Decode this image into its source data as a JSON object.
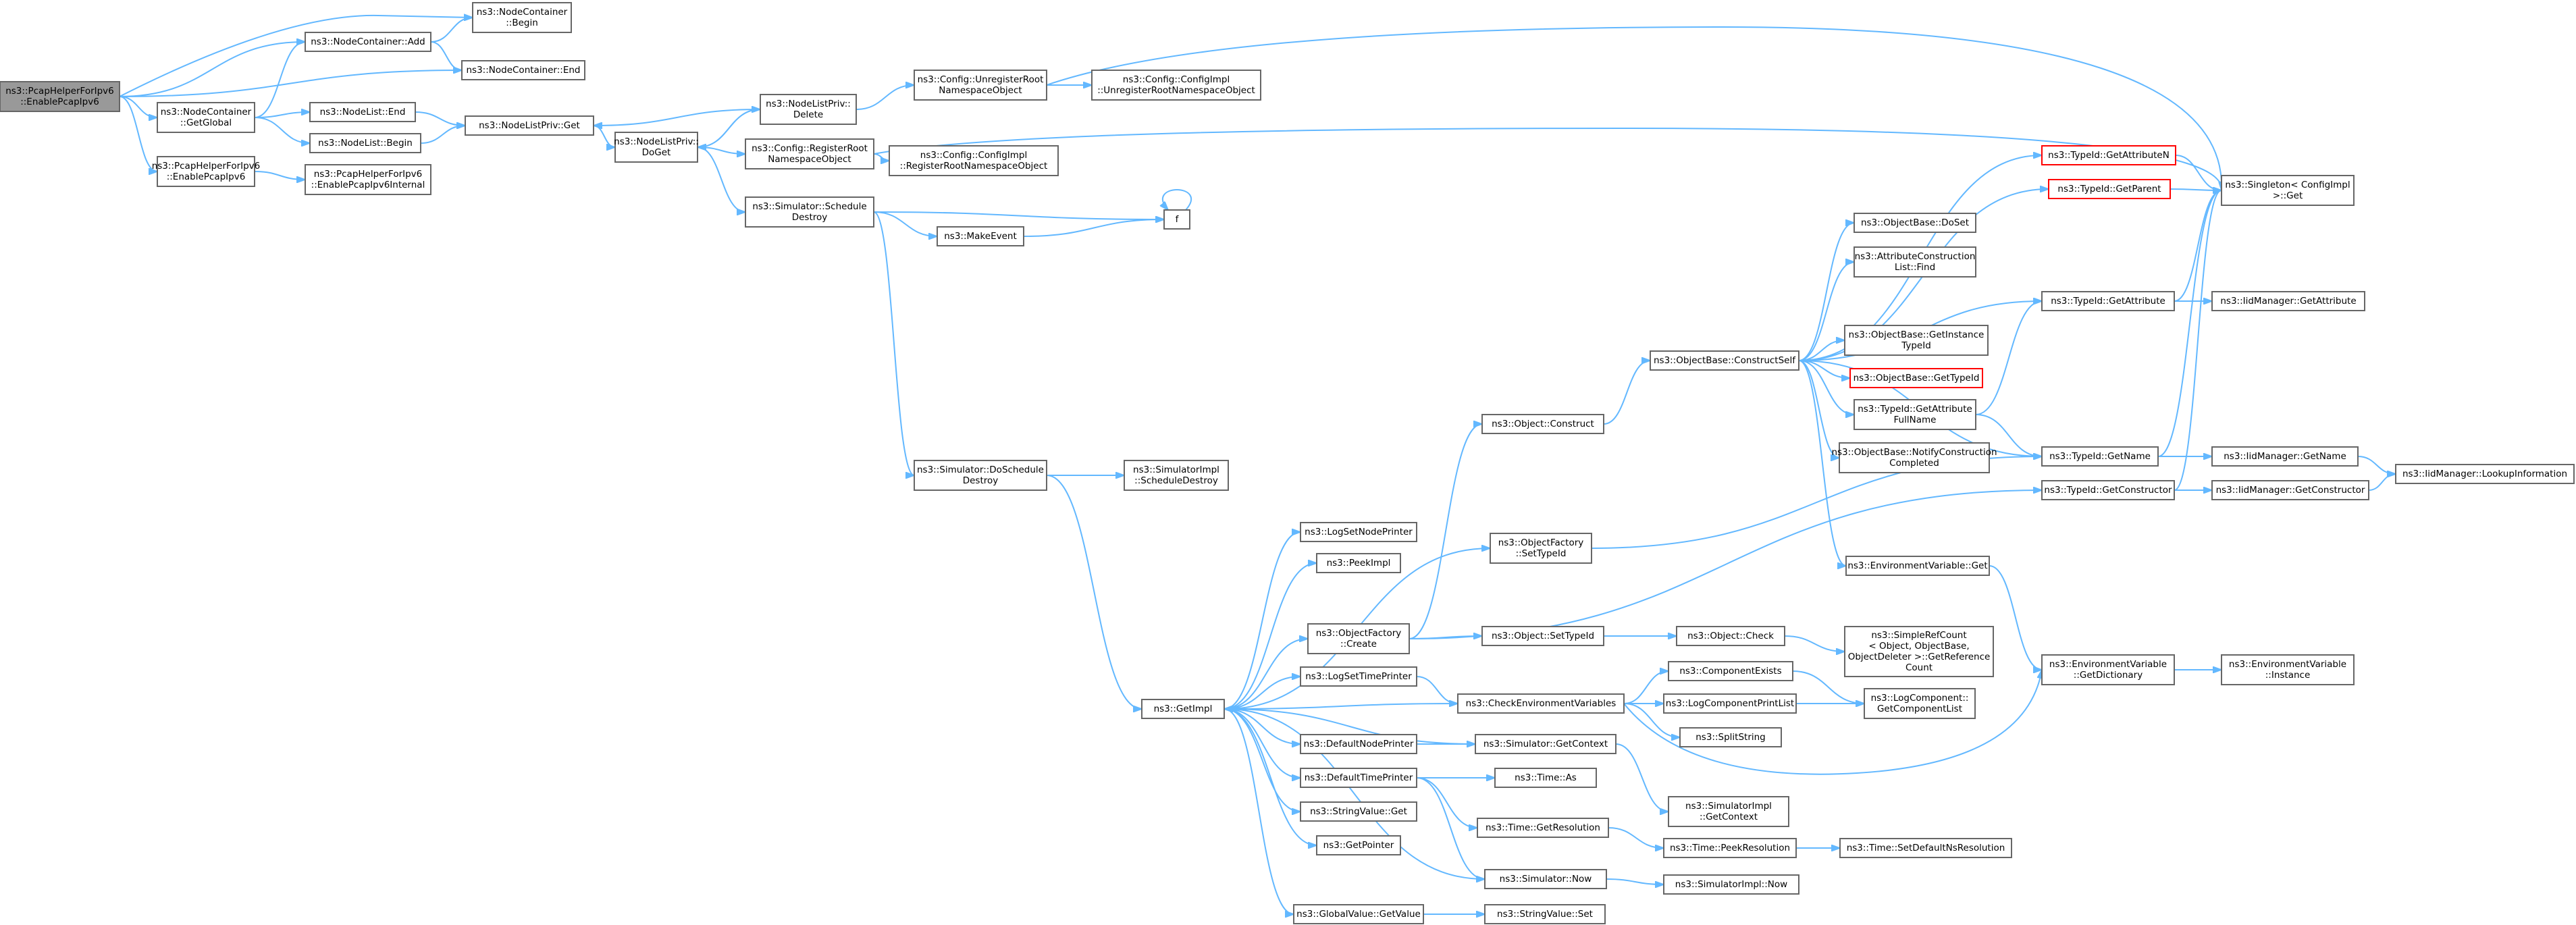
{
  "nodes": {
    "root": [
      "ns3::PcapHelperForIpv6",
      "::EnablePcapIpv6"
    ],
    "ncBegin": [
      "ns3::NodeContainer",
      "::Begin"
    ],
    "ncAdd": [
      "ns3::NodeContainer::Add"
    ],
    "ncEnd": [
      "ns3::NodeContainer::End"
    ],
    "ncGetGlobal": [
      "ns3::NodeContainer",
      "::GetGlobal"
    ],
    "nlEnd": [
      "ns3::NodeList::End"
    ],
    "nlBegin": [
      "ns3::NodeList::Begin"
    ],
    "nlpGet": [
      "ns3::NodeListPriv::Get"
    ],
    "pcapInternal": [
      "ns3::PcapHelperForIpv6",
      "::EnablePcapIpv6Internal"
    ],
    "pcapIpv6": [
      "ns3::PcapHelperForIpv6",
      "::EnablePcapIpv6"
    ],
    "nlpDoGet": [
      "ns3::NodeListPriv::",
      "DoGet"
    ],
    "nlpDelete": [
      "ns3::NodeListPriv::",
      "Delete"
    ],
    "cfgUnreg": [
      "ns3::Config::UnregisterRoot",
      "NamespaceObject"
    ],
    "cfgImplUnreg": [
      "ns3::Config::ConfigImpl",
      "::UnregisterRootNamespaceObject"
    ],
    "cfgReg": [
      "ns3::Config::RegisterRoot",
      "NamespaceObject"
    ],
    "cfgImplReg": [
      "ns3::Config::ConfigImpl",
      "::RegisterRootNamespaceObject"
    ],
    "simSchedDestroy": [
      "ns3::Simulator::Schedule",
      "Destroy"
    ],
    "makeEvent": [
      "ns3::MakeEvent"
    ],
    "f": [
      "f"
    ],
    "simDoSchedDestroy": [
      "ns3::Simulator::DoSchedule",
      "Destroy"
    ],
    "simImplSchedDestroy": [
      "ns3::SimulatorImpl",
      "::ScheduleDestroy"
    ],
    "getImpl": [
      "ns3::GetImpl"
    ],
    "logSetNodePrinter": [
      "ns3::LogSetNodePrinter"
    ],
    "peekImpl": [
      "ns3::PeekImpl"
    ],
    "objFactoryCreate": [
      "ns3::ObjectFactory",
      "::Create"
    ],
    "logSetTimePrinter": [
      "ns3::LogSetTimePrinter"
    ],
    "defaultNodePrinter": [
      "ns3::DefaultNodePrinter"
    ],
    "defaultTimePrinter": [
      "ns3::DefaultTimePrinter"
    ],
    "stringValueGet": [
      "ns3::StringValue::Get"
    ],
    "getPointer": [
      "ns3::GetPointer"
    ],
    "globalValueGetValue": [
      "ns3::GlobalValue::GetValue"
    ],
    "objectConstruct": [
      "ns3::Object::Construct"
    ],
    "objFactorySetTypeId": [
      "ns3::ObjectFactory",
      "::SetTypeId"
    ],
    "objectSetTypeId": [
      "ns3::Object::SetTypeId"
    ],
    "checkEnvVars": [
      "ns3::CheckEnvironmentVariables"
    ],
    "simGetContext": [
      "ns3::Simulator::GetContext"
    ],
    "timeAs": [
      "ns3::Time::As"
    ],
    "timeGetResolution": [
      "ns3::Time::GetResolution"
    ],
    "simNow": [
      "ns3::Simulator::Now"
    ],
    "stringValueSet": [
      "ns3::StringValue::Set"
    ],
    "objBaseConstructSelf": [
      "ns3::ObjectBase::ConstructSelf"
    ],
    "objectCheck": [
      "ns3::Object::Check"
    ],
    "simpleRefCount": [
      "ns3::SimpleRefCount",
      "< Object, ObjectBase,",
      "ObjectDeleter >::GetReference",
      "Count"
    ],
    "componentExists": [
      "ns3::ComponentExists"
    ],
    "logComponentPrintList": [
      "ns3::LogComponentPrintList"
    ],
    "splitString": [
      "ns3::SplitString"
    ],
    "logComponentGetList": [
      "ns3::LogComponent::",
      "GetComponentList"
    ],
    "simImplGetContext": [
      "ns3::SimulatorImpl",
      "::GetContext"
    ],
    "timePeekResolution": [
      "ns3::Time::PeekResolution"
    ],
    "timeSetDefaultNs": [
      "ns3::Time::SetDefaultNsResolution"
    ],
    "simImplNow": [
      "ns3::SimulatorImpl::Now"
    ],
    "typeIdGetAttributeN": [
      "ns3::TypeId::GetAttributeN"
    ],
    "typeIdGetParent": [
      "ns3::TypeId::GetParent"
    ],
    "objBaseDoSet": [
      "ns3::ObjectBase::DoSet"
    ],
    "attrConstructionFind": [
      "ns3::AttributeConstruction",
      "List::Find"
    ],
    "typeIdGetAttribute": [
      "ns3::TypeId::GetAttribute"
    ],
    "objBaseGetInstanceTypeId": [
      "ns3::ObjectBase::GetInstance",
      "TypeId"
    ],
    "objBaseGetTypeId": [
      "ns3::ObjectBase::GetTypeId"
    ],
    "typeIdGetAttrFullName": [
      "ns3::TypeId::GetAttribute",
      "FullName"
    ],
    "objBaseNotifyConstruction": [
      "ns3::ObjectBase::NotifyConstruction",
      "Completed"
    ],
    "typeIdGetName": [
      "ns3::TypeId::GetName"
    ],
    "typeIdGetConstructor": [
      "ns3::TypeId::GetConstructor"
    ],
    "envVarGet": [
      "ns3::EnvironmentVariable::Get"
    ],
    "envVarGetDictionary": [
      "ns3::EnvironmentVariable",
      "::GetDictionary"
    ],
    "envVarInstance": [
      "ns3::EnvironmentVariable",
      "::Instance"
    ],
    "singletonGet": [
      "ns3::Singleton< ConfigImpl",
      " >::Get"
    ],
    "iidGetAttribute": [
      "ns3::IidManager::GetAttribute"
    ],
    "iidGetName": [
      "ns3::IidManager::GetName"
    ],
    "iidGetConstructor": [
      "ns3::IidManager::GetConstructor"
    ],
    "iidLookupInformation": [
      "ns3::IidManager::LookupInformation"
    ]
  },
  "colors": {
    "edge": "#63b8ff",
    "node_border": "#666666",
    "highlight_border": "#ff0000",
    "root_fill": "#999999"
  }
}
